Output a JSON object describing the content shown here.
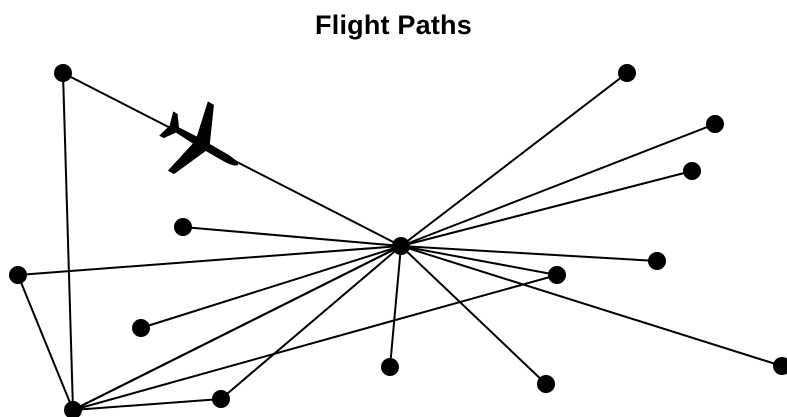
{
  "title": "Flight Paths",
  "colors": {
    "line": "#000000",
    "node": "#000000",
    "background": "#ffffff"
  },
  "icon": "airplane-icon",
  "nodes": [
    {
      "id": "hub"
    },
    {
      "id": "a"
    },
    {
      "id": "b"
    },
    {
      "id": "c"
    },
    {
      "id": "d"
    },
    {
      "id": "e"
    },
    {
      "id": "f"
    },
    {
      "id": "g"
    },
    {
      "id": "h"
    },
    {
      "id": "i"
    },
    {
      "id": "j"
    },
    {
      "id": "k"
    },
    {
      "id": "l"
    },
    {
      "id": "m"
    },
    {
      "id": "n"
    },
    {
      "id": "o"
    }
  ],
  "edges": [
    [
      "a",
      "hub"
    ],
    [
      "a",
      "o"
    ],
    [
      "b",
      "hub"
    ],
    [
      "c",
      "hub"
    ],
    [
      "d",
      "hub"
    ],
    [
      "e",
      "hub"
    ],
    [
      "f",
      "hub"
    ],
    [
      "f",
      "o"
    ],
    [
      "g",
      "hub"
    ],
    [
      "g",
      "o"
    ],
    [
      "h",
      "hub"
    ],
    [
      "i",
      "hub"
    ],
    [
      "j",
      "hub"
    ],
    [
      "k",
      "hub"
    ],
    [
      "k",
      "o"
    ],
    [
      "l",
      "hub"
    ],
    [
      "m",
      "hub"
    ],
    [
      "n",
      "hub"
    ],
    [
      "n",
      "o"
    ],
    [
      "o",
      "hub"
    ]
  ]
}
